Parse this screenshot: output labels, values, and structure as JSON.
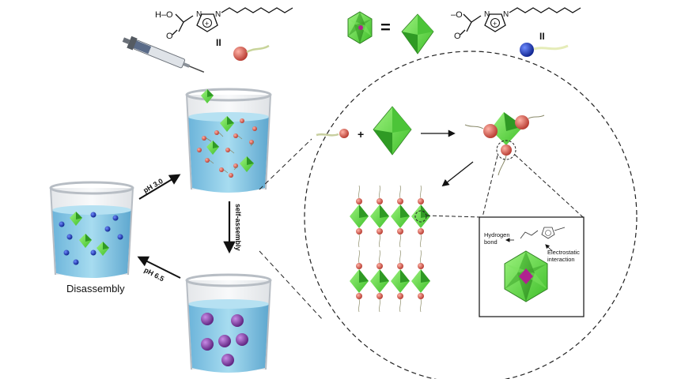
{
  "labels": {
    "disassembly": "Disassembly",
    "self_assembly": "self-assembly",
    "ph_up": "pH 3.0",
    "ph_down": "pH 6.5",
    "hydrogen_bond": [
      "Hydrogen",
      "bond"
    ],
    "electrostatic": [
      "Electrostatic",
      "interaction"
    ],
    "equals": "=",
    "plus": "+",
    "parallel": "II",
    "acid_prefix": "H–O",
    "base_prefix": "–O",
    "oxygen": "O",
    "nitrogen": "N",
    "cation": "+"
  },
  "colors": {
    "water": "#8fcbe6",
    "water_dark": "#5fa9d0",
    "beaker_rim": "#d9dde2",
    "pom_green": "#5dd84a",
    "pom_dark": "#2f9a24",
    "head_red": "#e0645a",
    "head_blue": "#1f3fb8",
    "sphere_purple": "#8a3fb0",
    "dash": "#222222"
  }
}
